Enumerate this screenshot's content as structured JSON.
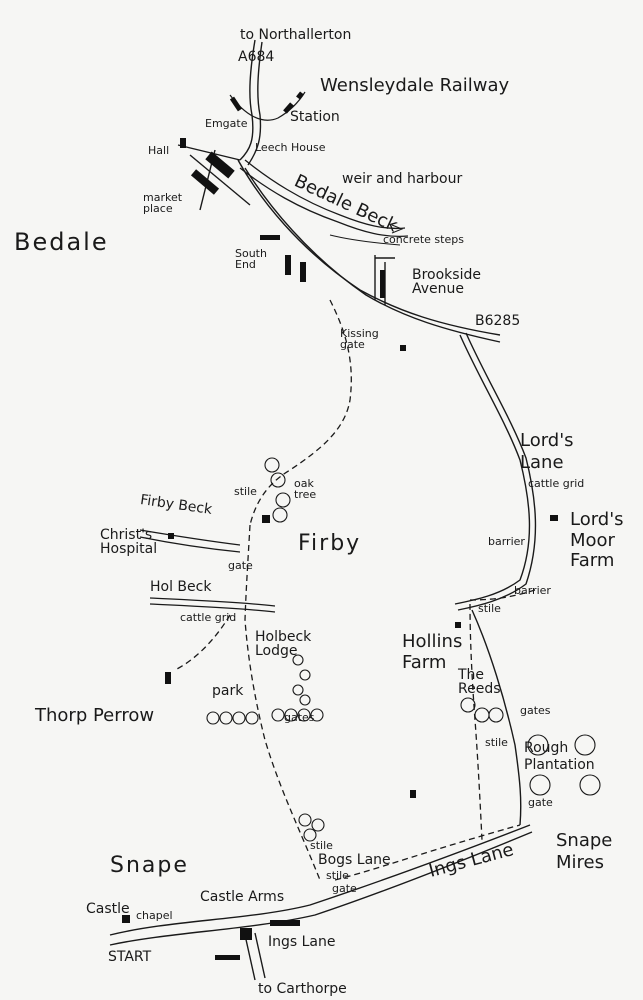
{
  "labels": {
    "to_northallerton": "to Northallerton",
    "a684": "A684",
    "wensleydale_railway": "Wensleydale Railway",
    "station": "Station",
    "emgate": "Emgate",
    "hall": "Hall",
    "leech_house": "Leech House",
    "weir_and_harbour": "weir and harbour",
    "bedale_beck": "Bedale Beck",
    "market_place": "market place",
    "bedale": "Bedale",
    "concrete_steps": "concrete steps",
    "south_end": "South End",
    "brookside_avenue": "Brookside Avenue",
    "b6285": "B6285",
    "kissing_gate": "Kissing gate",
    "lords_lane": "Lord's Lane",
    "cattle_grid_1": "cattle grid",
    "oak_tree": "oak tree",
    "stile_1": "stile",
    "firby_beck": "Firby Beck",
    "christs_hospital": "Christ's Hospital",
    "gate_1": "gate",
    "firby": "Firby",
    "lords_moor_farm": "Lord's Moor Farm",
    "barrier_1": "barrier",
    "barrier_2": "barrier",
    "hol_beck": "Hol Beck",
    "cattle_grid_2": "cattle grid",
    "stile_2": "stile",
    "holbeck_lodge": "Holbeck Lodge",
    "hollins_farm": "Hollins Farm",
    "the_reeds": "The Reeds",
    "park": "park",
    "thorp_perrow": "Thorp Perrow",
    "gates_1": "gates",
    "gates_2": "gates",
    "stile_3": "stile",
    "rough_plantation": "Rough Plantation",
    "gate_2": "gate",
    "snape_mires": "Snape Mires",
    "stile_4": "stile",
    "bogs_lane": "Bogs Lane",
    "stile_5": "stile",
    "gate_3": "gate",
    "ings_lane_1": "Ings Lane",
    "snape": "Snape",
    "castle_arms": "Castle Arms",
    "castle": "Castle",
    "chapel": "chapel",
    "ings_lane_2": "Ings Lane",
    "start": "START",
    "to_carthorpe": "to Carthorpe"
  }
}
